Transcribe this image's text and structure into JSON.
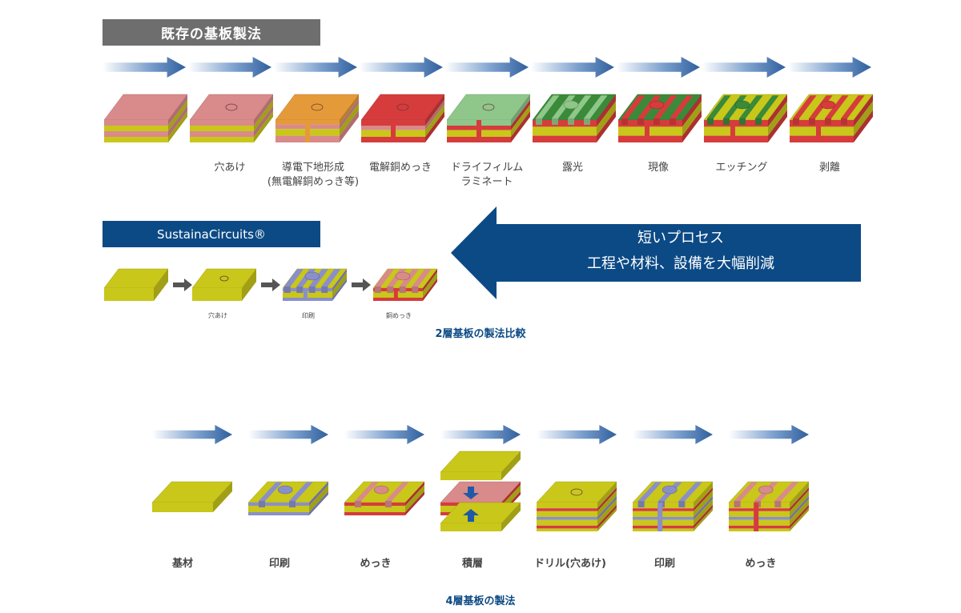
{
  "existing": {
    "banner": "既存の基板製法",
    "steps": [
      {
        "label": ""
      },
      {
        "label": "穴あけ"
      },
      {
        "label": "導電下地形成\n(無電解銅めっき等)"
      },
      {
        "label": "電解銅めっき"
      },
      {
        "label": "ドライフィルム\nラミネート"
      },
      {
        "label": "露光"
      },
      {
        "label": "現像"
      },
      {
        "label": "エッチング"
      },
      {
        "label": "剥離"
      }
    ]
  },
  "sustaina": {
    "banner": "SustainaCircuits®",
    "steps": [
      {
        "label": ""
      },
      {
        "label": "穴あけ"
      },
      {
        "label": "印刷"
      },
      {
        "label": "銅めっき"
      }
    ],
    "callout_line1": "短いプロセス",
    "callout_line2": "工程や材料、設備を大幅削減"
  },
  "caption_2layer": "2層基板の製法比較",
  "four_layer": {
    "steps": [
      {
        "label": "基材"
      },
      {
        "label": "印刷"
      },
      {
        "label": "めっき"
      },
      {
        "label": "積層"
      },
      {
        "label": "ドリル(穴あけ)"
      },
      {
        "label": "印刷"
      },
      {
        "label": "めっき"
      }
    ],
    "caption": "4層基板の製法"
  },
  "colors": {
    "arrow_blue": "#2f5f9e",
    "banner_gray": "#6e6e6e",
    "banner_blue": "#0c4a85",
    "substrate_yellow": "#c9c71a",
    "copper_red": "#d63c3c",
    "pink": "#d98a8a",
    "orange": "#e59a3a",
    "green": "#3a8a3a",
    "light_green": "#8fc78a",
    "purple": "#8a8fc9",
    "dark_arrow": "#555555"
  }
}
